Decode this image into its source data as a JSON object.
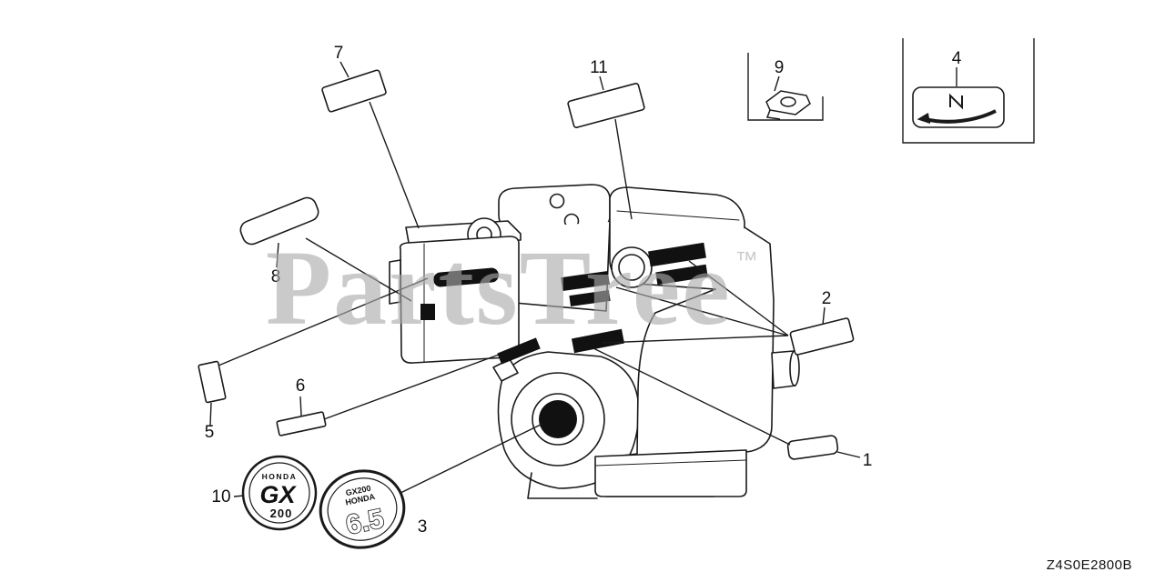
{
  "watermark": {
    "text": "PartsTree",
    "tm": "™",
    "color": "#aaaaaa"
  },
  "diagram_code": "Z4S0E2800B",
  "callouts": [
    {
      "label": "1"
    },
    {
      "label": "2"
    },
    {
      "label": "3"
    },
    {
      "label": "4"
    },
    {
      "label": "5"
    },
    {
      "label": "6"
    },
    {
      "label": "7"
    },
    {
      "label": "8"
    },
    {
      "label": "9"
    },
    {
      "label": "10"
    },
    {
      "label": "11"
    }
  ],
  "badges": {
    "round": {
      "brand": "HONDA",
      "model": "GX",
      "displacement": "200"
    },
    "oval": {
      "line1": "GX200",
      "line2": "HONDA",
      "value": "6.5"
    }
  },
  "colors": {
    "line": "#1a1a1a",
    "watermark": "#aaaaaa",
    "background": "#ffffff"
  }
}
